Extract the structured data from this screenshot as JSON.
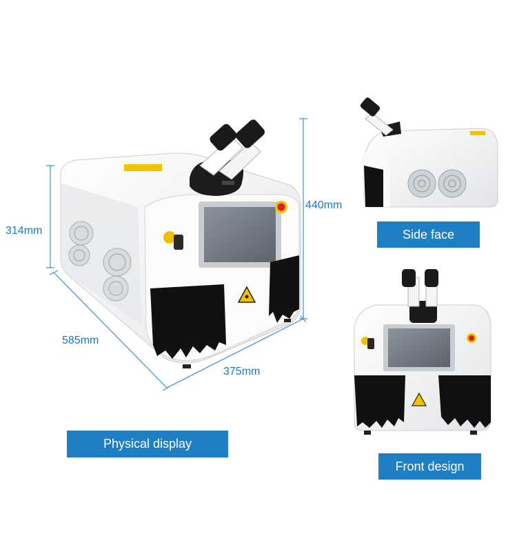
{
  "dimensions": {
    "height_back": "314mm",
    "height_total": "440mm",
    "depth": "585mm",
    "width": "375mm"
  },
  "labels": {
    "physical_display": "Physical display",
    "side_face": "Side face",
    "front_design": "Front design"
  },
  "colors": {
    "accent": "#1f7fc3",
    "dimension_line": "#3a8fd0",
    "machine_body": "#f4f5f6",
    "curtain": "#111111",
    "screen": "#6f7480"
  }
}
